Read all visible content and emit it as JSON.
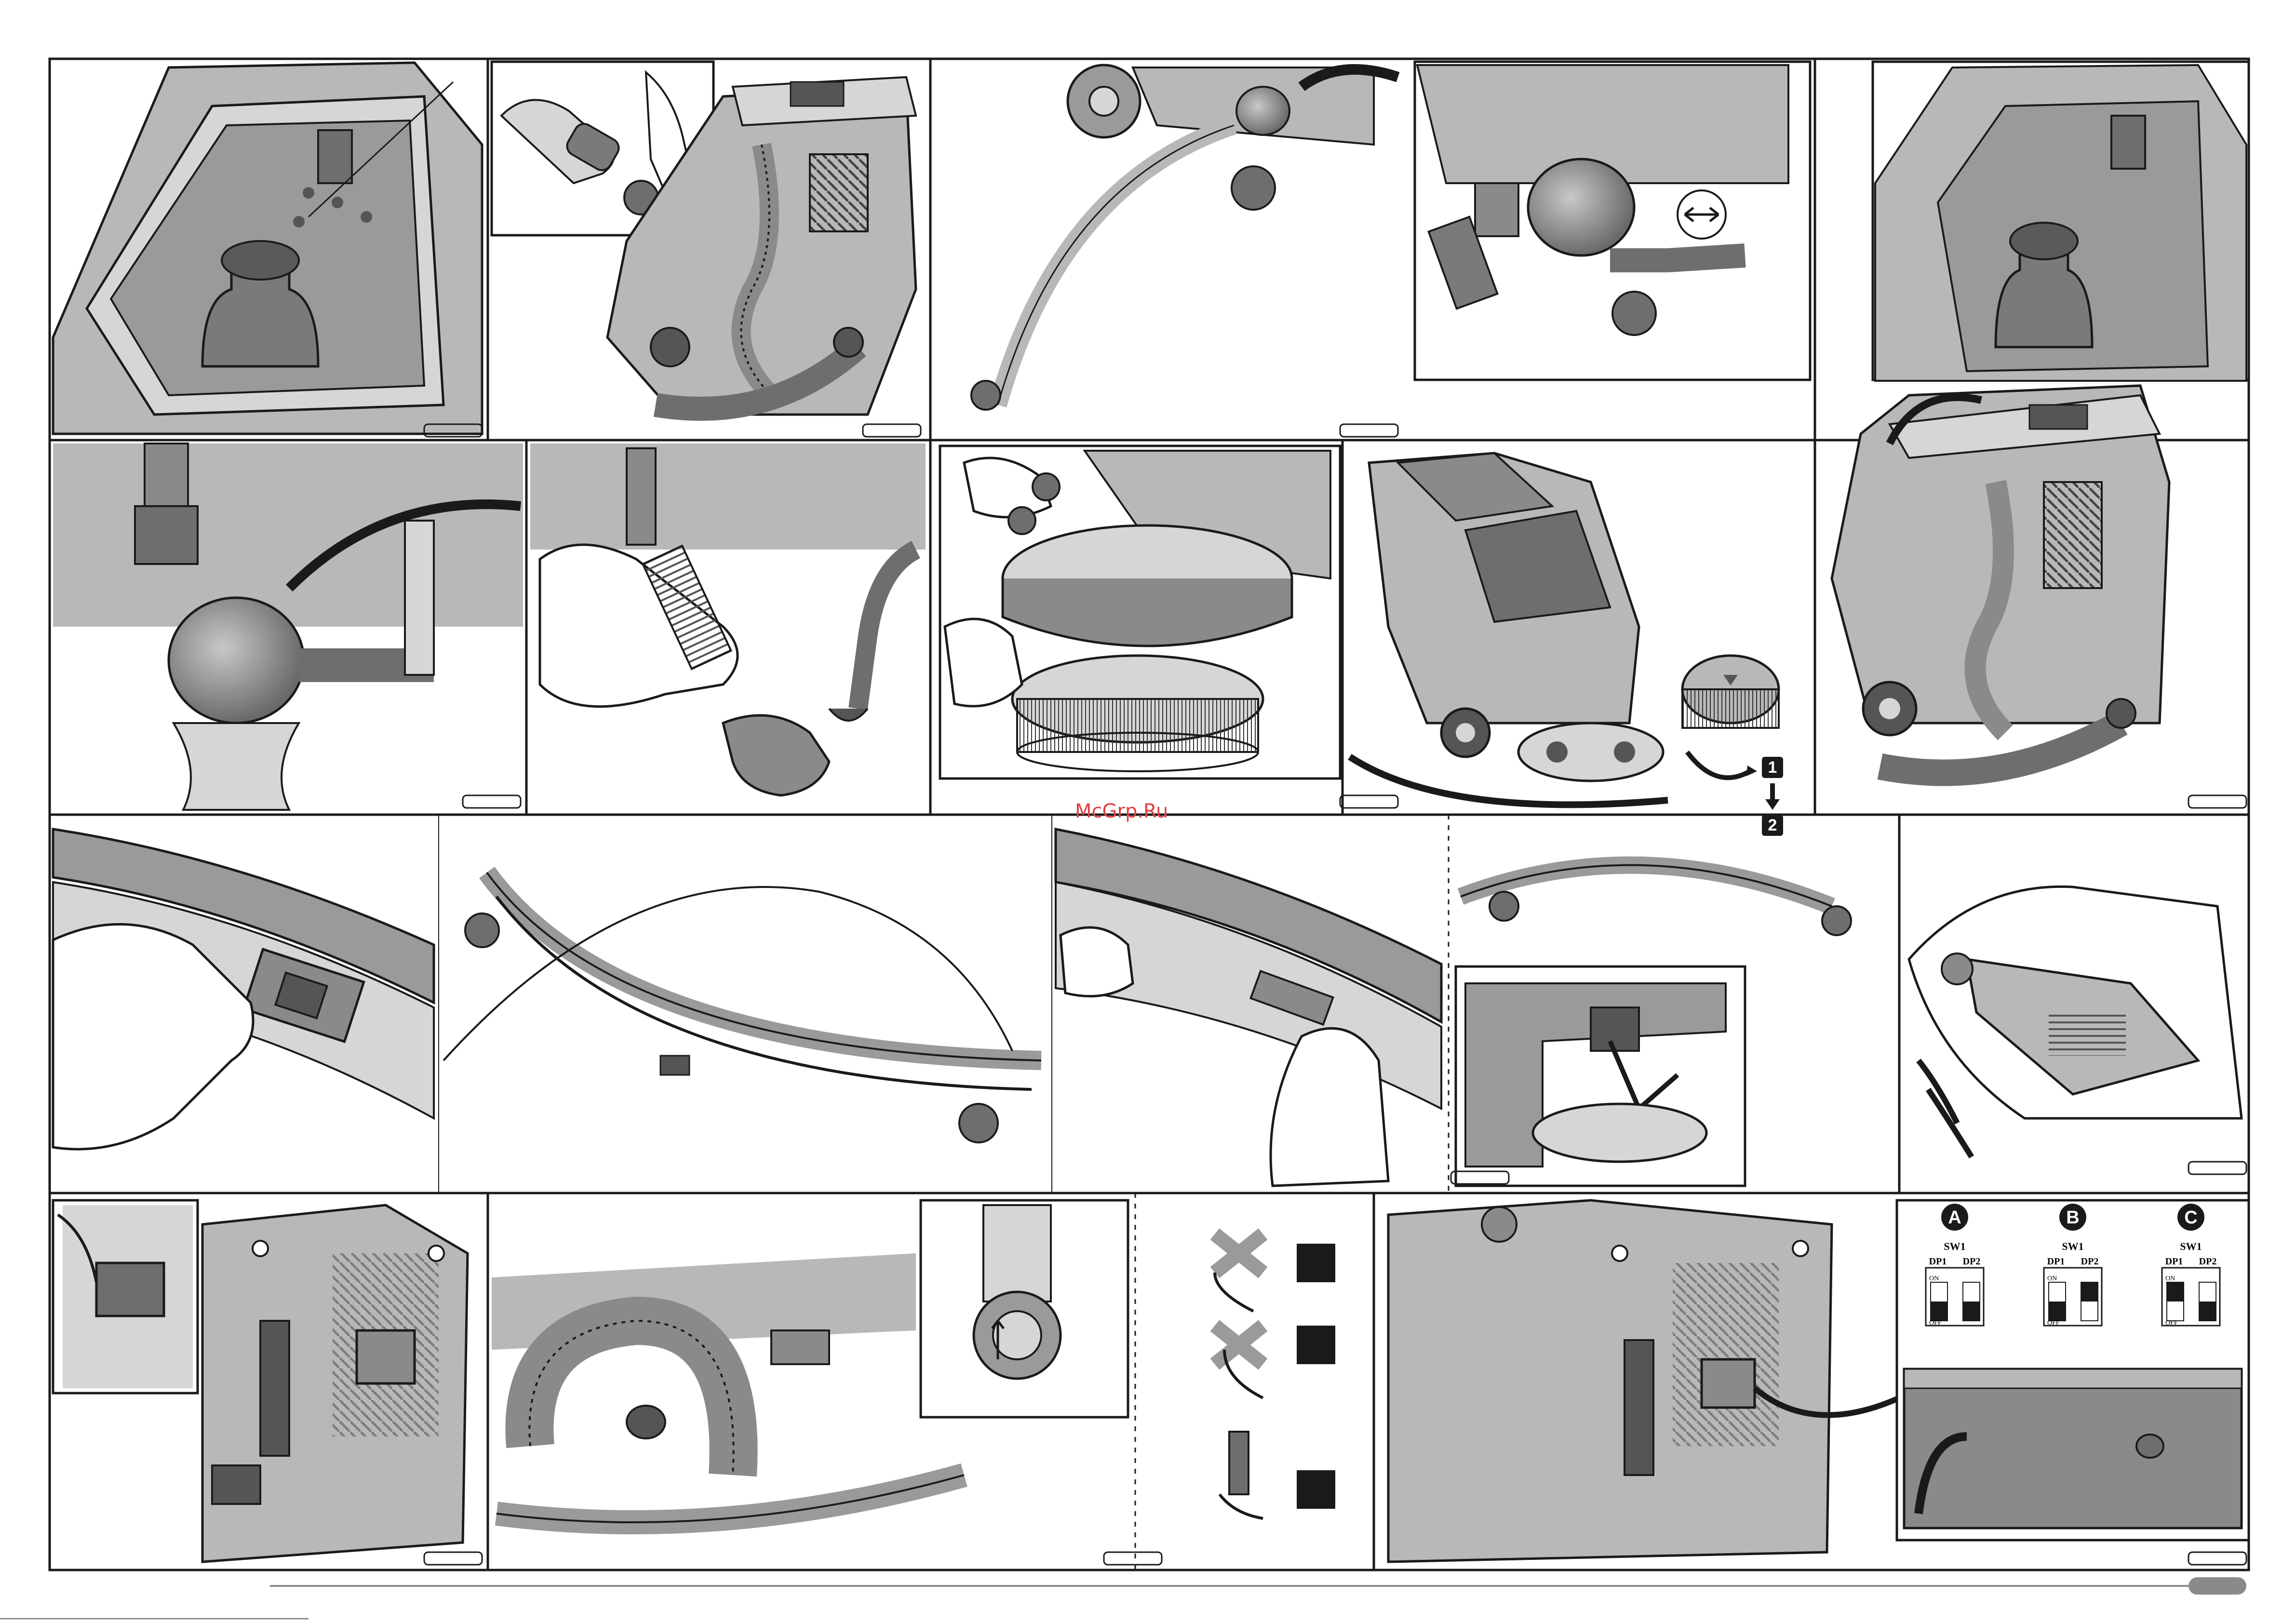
{
  "watermark": "McGrp.Ru",
  "step_numbers": {
    "first": "1",
    "second": "2"
  },
  "dip_configs": [
    {
      "letter": "A",
      "switch": "SW1",
      "dp1": "DP1",
      "dp2": "DP2",
      "on": "ON",
      "off": "OFF",
      "dp1_state": "off",
      "dp2_state": "off"
    },
    {
      "letter": "B",
      "switch": "SW1",
      "dp1": "DP1",
      "dp2": "DP2",
      "on": "ON",
      "off": "OFF",
      "dp1_state": "off",
      "dp2_state": "on"
    },
    {
      "letter": "C",
      "switch": "SW1",
      "dp1": "DP1",
      "dp2": "DP2",
      "on": "ON",
      "off": "OFF",
      "dp1_state": "on",
      "dp2_state": "off"
    }
  ],
  "colors": {
    "outline": "#1a1a1a",
    "machine_grey": "#b8b8b8",
    "dark_grey": "#6e6e6e",
    "light_grey": "#d6d6d6",
    "watermark": "#e04040"
  }
}
